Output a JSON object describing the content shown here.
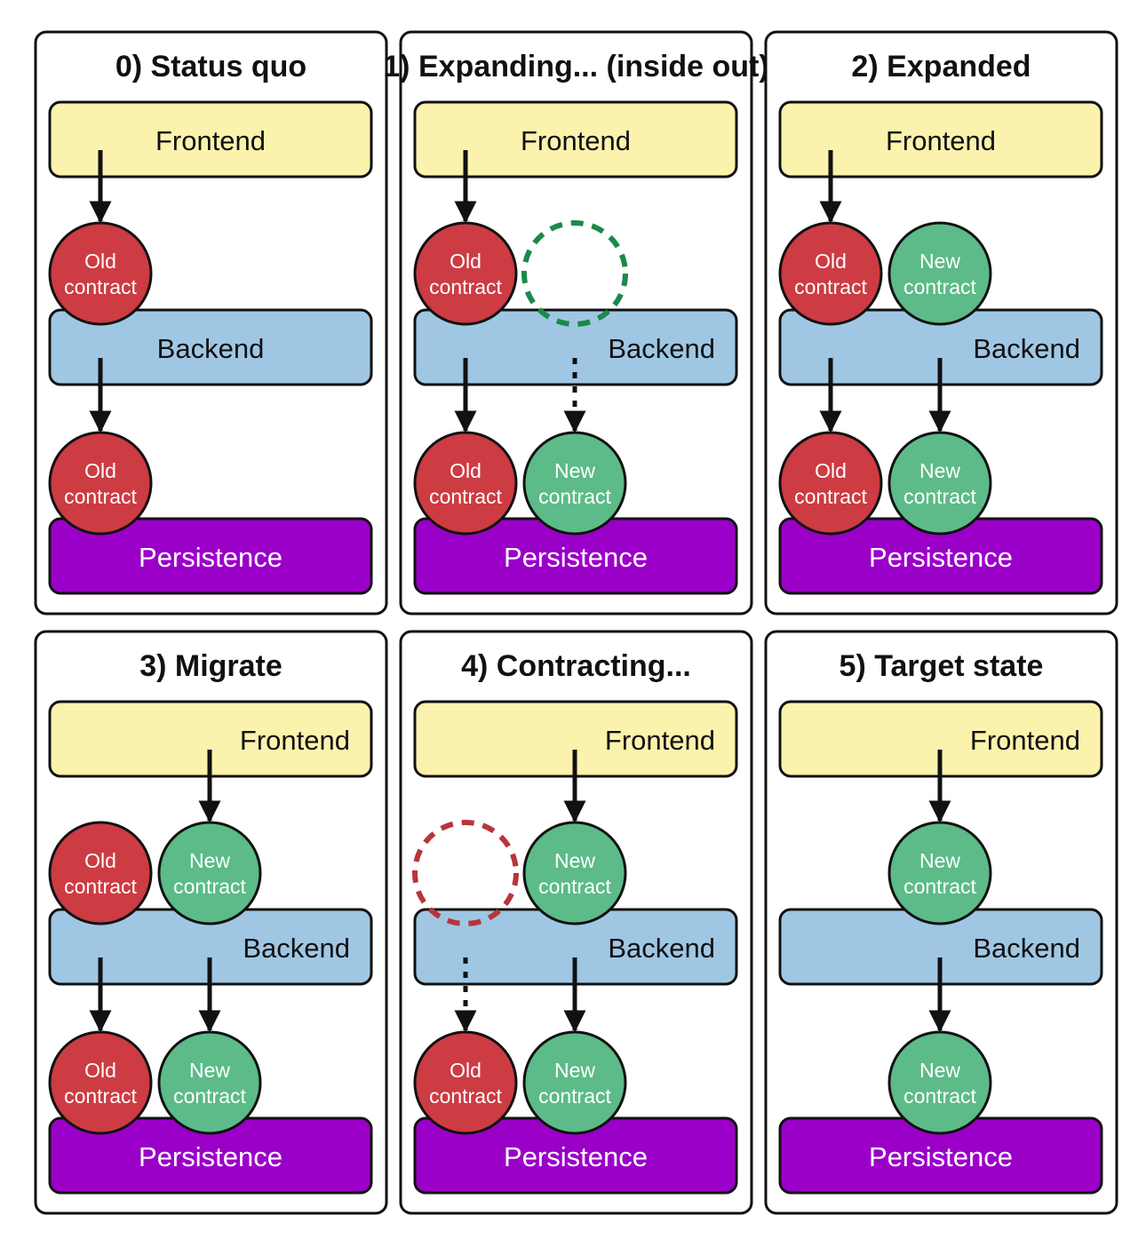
{
  "colors": {
    "frontend": "#fbf2ad",
    "backend": "#9fc7e4",
    "persistence": "#9b00c9",
    "old_contract": "#cd3b43",
    "new_contract": "#5cbb88",
    "dashed_new": "#1a8a4a",
    "dashed_old": "#b9343b",
    "stroke": "#111111"
  },
  "labels": {
    "frontend": "Frontend",
    "backend": "Backend",
    "persistence": "Persistence",
    "old_line1": "Old",
    "new_line1": "New",
    "contract_line2": "contract"
  },
  "panels": [
    {
      "title": "0) Status quo",
      "label_align": "center",
      "backend_circles": [
        {
          "kind": "old",
          "slot": 0
        }
      ],
      "persistence_circles": [
        {
          "kind": "old",
          "slot": 0
        }
      ],
      "frontend_arrows": [
        {
          "slot": 0,
          "style": "solid"
        }
      ],
      "backend_arrows": [
        {
          "slot": 0,
          "style": "solid"
        }
      ]
    },
    {
      "title": "1) Expanding... (inside out)",
      "label_align": "right",
      "backend_circles": [
        {
          "kind": "old",
          "slot": 0
        },
        {
          "kind": "ghost-new",
          "slot": 1
        }
      ],
      "persistence_circles": [
        {
          "kind": "old",
          "slot": 0
        },
        {
          "kind": "new",
          "slot": 1
        }
      ],
      "frontend_arrows": [
        {
          "slot": 0,
          "style": "solid"
        }
      ],
      "backend_arrows": [
        {
          "slot": 0,
          "style": "solid"
        },
        {
          "slot": 1,
          "style": "dotted"
        }
      ]
    },
    {
      "title": "2) Expanded",
      "label_align": "right",
      "backend_circles": [
        {
          "kind": "old",
          "slot": 0
        },
        {
          "kind": "new",
          "slot": 1
        }
      ],
      "persistence_circles": [
        {
          "kind": "old",
          "slot": 0
        },
        {
          "kind": "new",
          "slot": 1
        }
      ],
      "frontend_arrows": [
        {
          "slot": 0,
          "style": "solid"
        }
      ],
      "backend_arrows": [
        {
          "slot": 0,
          "style": "solid"
        },
        {
          "slot": 1,
          "style": "solid"
        }
      ]
    },
    {
      "title": "3) Migrate",
      "label_align": "right",
      "backend_circles": [
        {
          "kind": "old",
          "slot": 0
        },
        {
          "kind": "new",
          "slot": 1
        }
      ],
      "persistence_circles": [
        {
          "kind": "old",
          "slot": 0
        },
        {
          "kind": "new",
          "slot": 1
        }
      ],
      "frontend_arrows": [
        {
          "slot": 1,
          "style": "solid"
        }
      ],
      "backend_arrows": [
        {
          "slot": 0,
          "style": "solid"
        },
        {
          "slot": 1,
          "style": "solid"
        }
      ]
    },
    {
      "title": "4) Contracting...",
      "label_align": "right",
      "backend_circles": [
        {
          "kind": "ghost-old",
          "slot": 0
        },
        {
          "kind": "new",
          "slot": 1
        }
      ],
      "persistence_circles": [
        {
          "kind": "old",
          "slot": 0
        },
        {
          "kind": "new",
          "slot": 1
        }
      ],
      "frontend_arrows": [
        {
          "slot": 1,
          "style": "solid"
        }
      ],
      "backend_arrows": [
        {
          "slot": 0,
          "style": "dotted"
        },
        {
          "slot": 1,
          "style": "solid"
        }
      ]
    },
    {
      "title": "5) Target state",
      "label_align": "right",
      "backend_circles": [
        {
          "kind": "new",
          "slot": 1
        }
      ],
      "persistence_circles": [
        {
          "kind": "new",
          "slot": 1
        }
      ],
      "frontend_arrows": [
        {
          "slot": 1,
          "style": "solid"
        }
      ],
      "backend_arrows": [
        {
          "slot": 1,
          "style": "solid"
        }
      ]
    }
  ]
}
